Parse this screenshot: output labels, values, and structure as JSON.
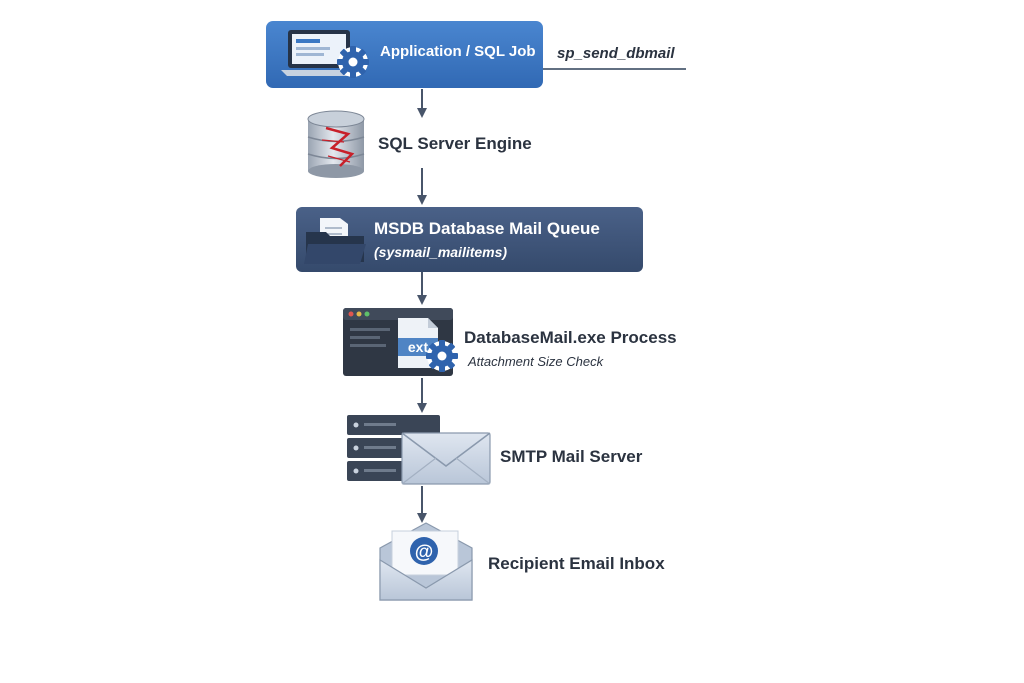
{
  "diagram": {
    "colors": {
      "accent_blue": "#3b78c4",
      "navy": "#3e5478",
      "arrow": "#48556a",
      "text_dark": "#2b3340",
      "window_dark": "#2f3744"
    },
    "icons": {
      "application": "laptop-gear-icon",
      "engine": "database-cylinder-icon",
      "queue": "folder-document-icon",
      "process": "terminal-window-ext-icon",
      "smtp": "server-envelope-icon",
      "inbox": "open-envelope-at-icon"
    },
    "steps": {
      "application": {
        "title": "Application / SQL Job",
        "note": "sp_send_dbmail"
      },
      "engine": {
        "title": "SQL Server Engine"
      },
      "queue": {
        "title": "MSDB Database Mail Queue",
        "subtitle": "(sysmail_mailitems)"
      },
      "process": {
        "title": "DatabaseMail.exe Process",
        "note": "Attachment Size Check",
        "badge": "ext"
      },
      "smtp": {
        "title": "SMTP Mail Server"
      },
      "inbox": {
        "title": "Recipient Email Inbox",
        "badge": "@"
      }
    }
  }
}
